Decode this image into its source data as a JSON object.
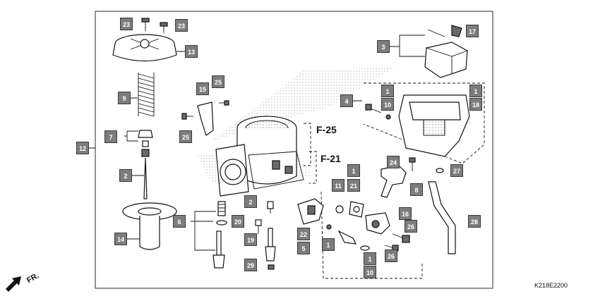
{
  "diagram": {
    "diagram_code": "K218E2200",
    "direction_label": "FR.",
    "section_refs": [
      {
        "id": "ref-f25",
        "label": "F-25"
      },
      {
        "id": "ref-f21",
        "label": "F-21"
      }
    ],
    "callouts": [
      "23",
      "23",
      "13",
      "9",
      "7",
      "12",
      "2",
      "14",
      "6",
      "17",
      "3",
      "15",
      "25",
      "25",
      "1",
      "10",
      "4",
      "1",
      "18",
      "24",
      "27",
      "1",
      "21",
      "11",
      "8",
      "28",
      "2",
      "20",
      "16",
      "26",
      "22",
      "5",
      "1",
      "19",
      "29",
      "26",
      "1",
      "10"
    ]
  }
}
